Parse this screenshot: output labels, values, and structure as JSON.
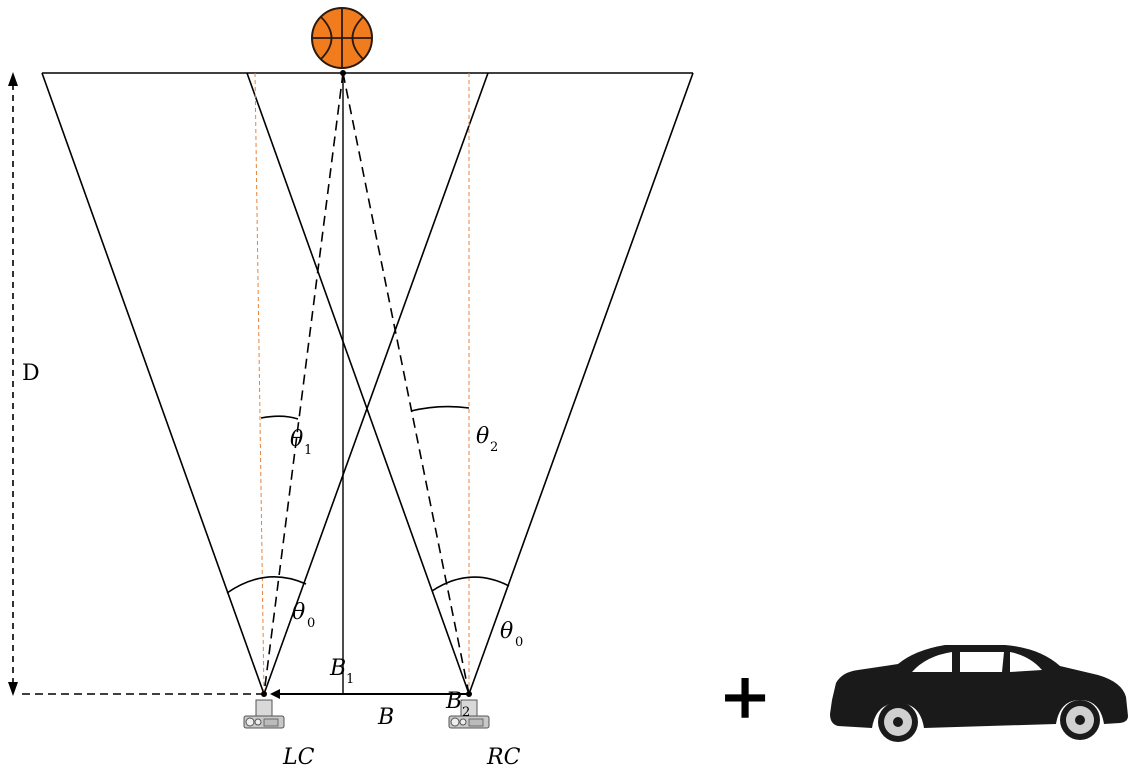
{
  "labels": {
    "distance": "D",
    "theta1": "θ",
    "theta1_sub": "1",
    "theta2": "θ",
    "theta2_sub": "2",
    "theta0_left": "θ",
    "theta0_left_sub": "0",
    "theta0_right": "θ",
    "theta0_right_sub": "0",
    "b1": "B",
    "b1_sub": "1",
    "b2": "B",
    "b2_sub": "2",
    "baseline": "B",
    "left_camera": "LC",
    "right_camera": "RC",
    "plus": "+"
  },
  "colors": {
    "line": "#000000",
    "optical_axis": "#e8833a",
    "ball": "#f07c1e",
    "ball_seams": "#2a1a10",
    "car": "#1a1a1a",
    "camera": "#c8c8c8"
  },
  "icons": {
    "ball": "basketball-icon",
    "camera": "camera-icon",
    "car": "car-icon"
  }
}
